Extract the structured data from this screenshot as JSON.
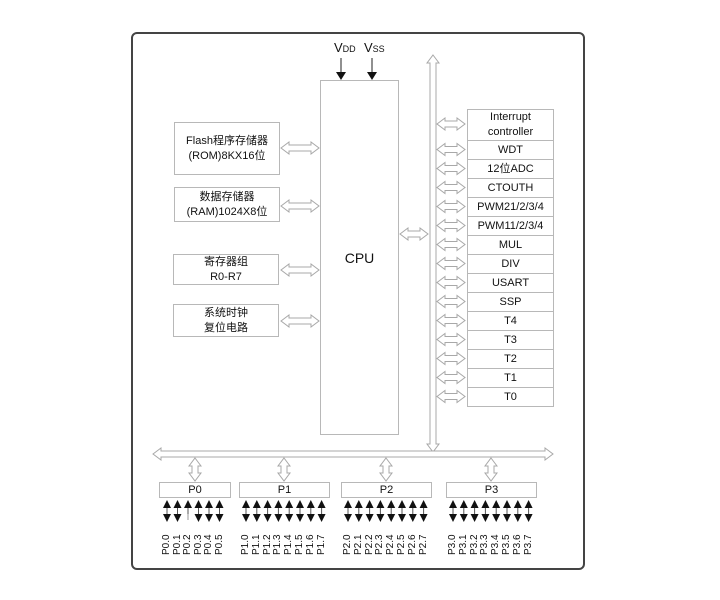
{
  "power": {
    "vdd_main": "V",
    "vdd_sub": "DD",
    "vss_main": "V",
    "vss_sub": "SS"
  },
  "cpu": {
    "label": "CPU"
  },
  "left_blocks": [
    {
      "line1": "Flash程序存储器",
      "line2": "(ROM)8KX16位"
    },
    {
      "line1": "数据存储器",
      "line2": "(RAM)1024X8位"
    },
    {
      "line1": "寄存器组",
      "line2": "R0-R7"
    },
    {
      "line1": "系统时钟",
      "line2": "复位电路"
    }
  ],
  "peripherals": [
    {
      "line1": "Interrupt",
      "line2": "controller"
    },
    {
      "line1": "WDT"
    },
    {
      "line1": "12位ADC"
    },
    {
      "line1": "CTOUTH"
    },
    {
      "line1": "PWM21/2/3/4"
    },
    {
      "line1": "PWM11/2/3/4"
    },
    {
      "line1": "MUL"
    },
    {
      "line1": "DIV"
    },
    {
      "line1": "USART"
    },
    {
      "line1": "SSP"
    },
    {
      "line1": "T4"
    },
    {
      "line1": "T3"
    },
    {
      "line1": "T2"
    },
    {
      "line1": "T1"
    },
    {
      "line1": "T0"
    }
  ],
  "ports": [
    {
      "label": "P0",
      "pins": [
        "P0.0",
        "P0.1",
        "P0.2",
        "P0.3",
        "P0.4",
        "P0.5"
      ],
      "input_only": [
        "P0.2"
      ]
    },
    {
      "label": "P1",
      "pins": [
        "P1.0",
        "P1.1",
        "P1.2",
        "P1.3",
        "P1.4",
        "P1.5",
        "P1.6",
        "P1.7"
      ],
      "input_only": []
    },
    {
      "label": "P2",
      "pins": [
        "P2.0",
        "P2.1",
        "P2.2",
        "P2.3",
        "P2.4",
        "P2.5",
        "P2.6",
        "P2.7"
      ],
      "input_only": []
    },
    {
      "label": "P3",
      "pins": [
        "P3.0",
        "P3.1",
        "P3.2",
        "P3.3",
        "P3.4",
        "P3.5",
        "P3.6",
        "P3.7"
      ],
      "input_only": []
    }
  ]
}
